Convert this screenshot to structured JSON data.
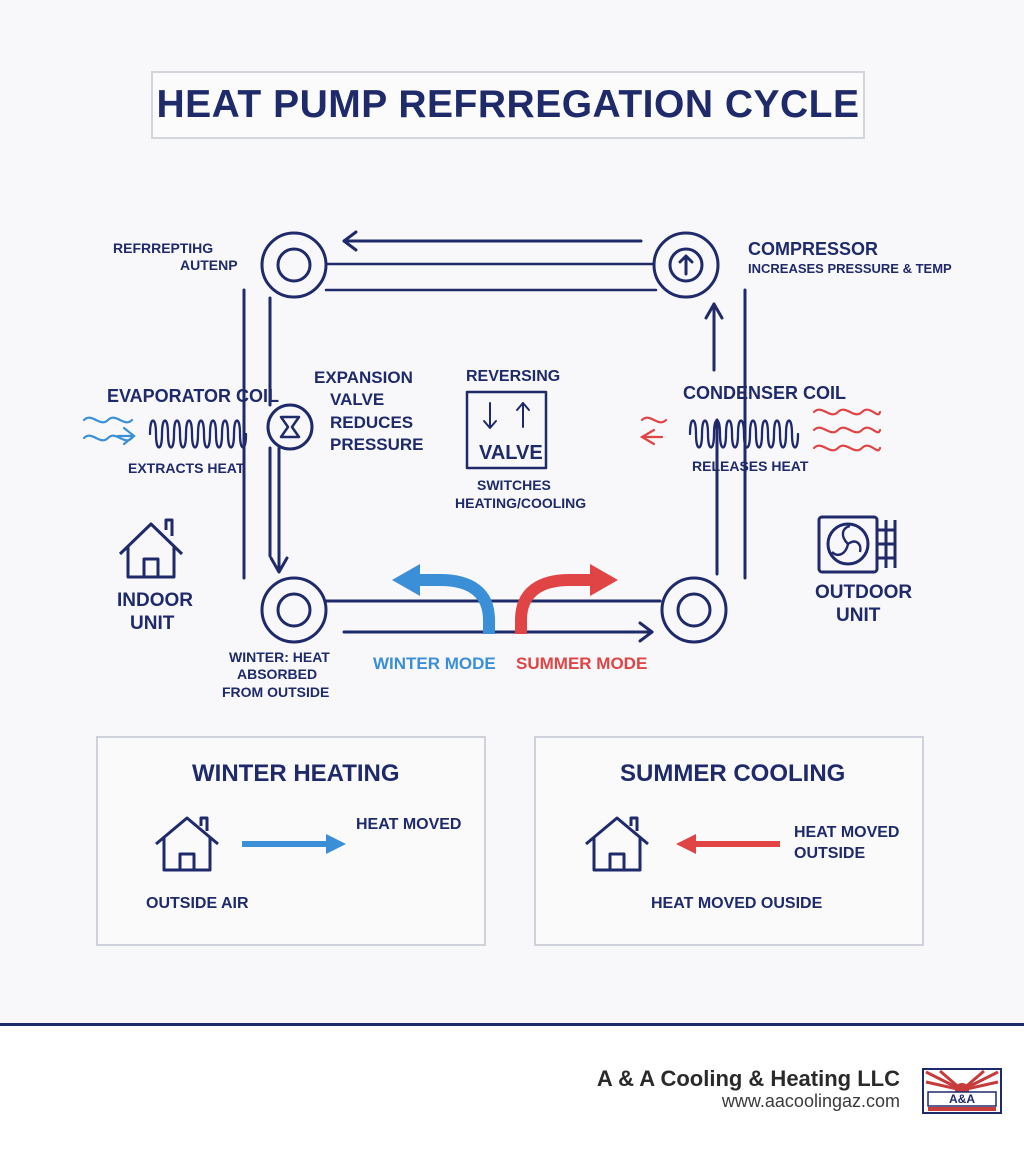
{
  "title": "HEAT PUMP REFRREGATION CYCLE",
  "colors": {
    "navy": "#1f2a6b",
    "heat_red": "#e04444",
    "cool_blue": "#3b8fd6"
  },
  "cycle": {
    "top_left_label_1": "REFRREРТІНG",
    "top_left_label_2": "AUTENP",
    "compressor": {
      "title": "COMPRESSOR",
      "desc": "INCREASES PRESSURE & TEMP",
      "icon": "up-arrow-circle-icon"
    },
    "evaporator": {
      "title": "EVAPORATOR COIL",
      "desc": "EXTRACTS HEAT",
      "icon": "coil-icon"
    },
    "expansion": {
      "line1": "EXPANSION",
      "line2": "VALVE",
      "line3": "REDUCES",
      "line4": "PRESSURE",
      "icon": "hourglass-valve-icon"
    },
    "reversing": {
      "title": "REVERSING",
      "valve_label": "VALVE",
      "desc1": "SWITCHES",
      "desc2": "HEATING/COOLING",
      "icon": "up-down-arrows-icon"
    },
    "condenser": {
      "title": "CONDENSER COIL",
      "desc": "RELEASES HEAT",
      "icon": "coil-icon"
    },
    "indoor": {
      "line1": "INDOOR",
      "line2": "UNIT",
      "icon": "house-icon"
    },
    "outdoor": {
      "line1": "OUTDOOR",
      "line2": "UNIT",
      "icon": "fan-unit-icon"
    },
    "winter_note": {
      "line1": "WINTER: HEAT",
      "line2": "ABSORBED",
      "line3": "FROM OUTSIDE"
    },
    "winter_mode": "WINTER MODE",
    "summer_mode": "SUMMER MODE"
  },
  "panels": {
    "winter": {
      "title": "WINTER HEATING",
      "arrow_label": "HEAT MOVED",
      "bottom_label": "OUTSIDE AIR"
    },
    "summer": {
      "title": "SUMMER COOLING",
      "arrow_label_1": "HEAT MOVED",
      "arrow_label_2": "OUTSIDE",
      "bottom_label": "HEAT MOVED OUSIDE"
    }
  },
  "footer": {
    "company": "A & A Cooling & Heating LLC",
    "website": "www.aacoolingaz.com",
    "logo_text": "A&A"
  }
}
